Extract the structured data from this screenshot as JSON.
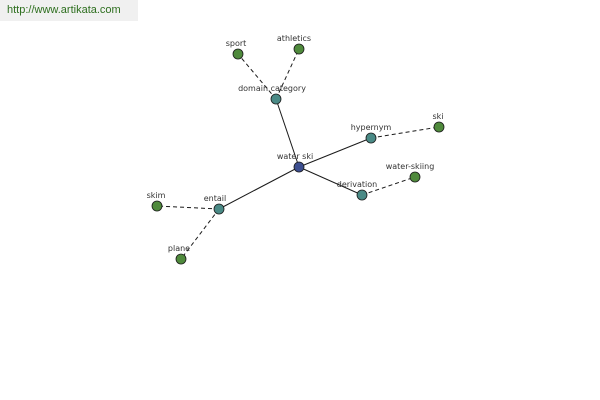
{
  "watermark": "http://www.artikata.com",
  "colors": {
    "center_node": "#3c4e8f",
    "relation_node": "#4a8a86",
    "word_node": "#4f8a3c",
    "edge": "#1a1a1a",
    "watermark_text": "#2d6e1e",
    "watermark_bg": "#f0f0f0"
  },
  "nodes": [
    {
      "id": "water-ski",
      "label": "water ski",
      "kind": "center"
    },
    {
      "id": "domain-category",
      "label": "domain category",
      "kind": "relation"
    },
    {
      "id": "hypernym",
      "label": "hypernym",
      "kind": "relation"
    },
    {
      "id": "derivation",
      "label": "derivation",
      "kind": "relation"
    },
    {
      "id": "entail",
      "label": "entail",
      "kind": "relation"
    },
    {
      "id": "sport",
      "label": "sport",
      "kind": "word"
    },
    {
      "id": "athletics",
      "label": "athletics",
      "kind": "word"
    },
    {
      "id": "ski",
      "label": "ski",
      "kind": "word"
    },
    {
      "id": "water-skiing",
      "label": "water-skiing",
      "kind": "word"
    },
    {
      "id": "skim",
      "label": "skim",
      "kind": "word"
    },
    {
      "id": "plane",
      "label": "plane",
      "kind": "word"
    }
  ],
  "edges": [
    {
      "from": "water-ski",
      "to": "domain-category",
      "style": "solid"
    },
    {
      "from": "water-ski",
      "to": "hypernym",
      "style": "solid"
    },
    {
      "from": "water-ski",
      "to": "derivation",
      "style": "solid"
    },
    {
      "from": "water-ski",
      "to": "entail",
      "style": "solid"
    },
    {
      "from": "domain-category",
      "to": "sport",
      "style": "dashed"
    },
    {
      "from": "domain-category",
      "to": "athletics",
      "style": "dashed"
    },
    {
      "from": "hypernym",
      "to": "ski",
      "style": "dashed"
    },
    {
      "from": "derivation",
      "to": "water-skiing",
      "style": "dashed"
    },
    {
      "from": "entail",
      "to": "skim",
      "style": "dashed"
    },
    {
      "from": "entail",
      "to": "plane",
      "style": "dashed"
    }
  ]
}
